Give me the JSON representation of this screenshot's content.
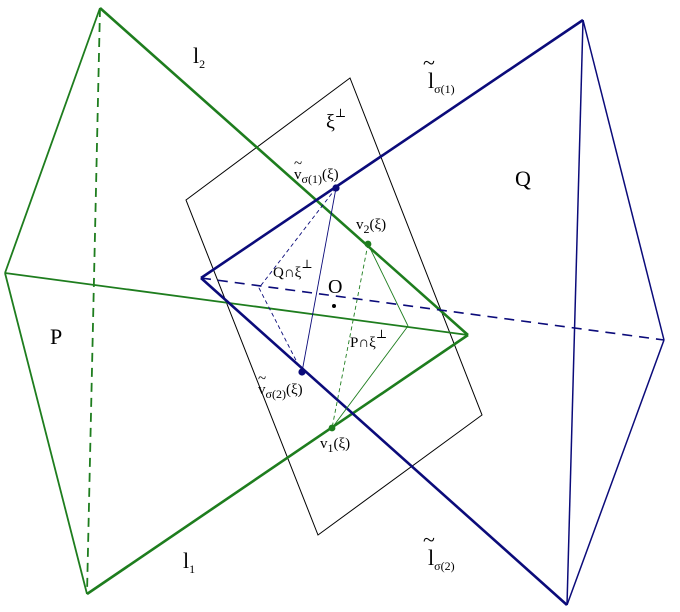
{
  "colors": {
    "green": "#1e7d1e",
    "blue": "#0b0b7a",
    "black": "#000000"
  },
  "labels": {
    "P": "P",
    "Q": "Q",
    "O": "O",
    "l1_base": "l",
    "l1_sub": "1",
    "l2_base": "l",
    "l2_sub": "2",
    "xi_perp_base": "ξ",
    "xi_perp_sup": "⊥",
    "lt1_base": "l",
    "lt1_tilde": "~",
    "lt1_sub": "σ(1)",
    "lt2_base": "l",
    "lt2_tilde": "~",
    "lt2_sub": "σ(2)",
    "vt1_base": "v",
    "vt1_tilde": "~",
    "vt1_sub": "σ(1)",
    "vt1_arg": "(ξ)",
    "vt2_base": "v",
    "vt2_tilde": "~",
    "vt2_sub": "σ(2)",
    "vt2_arg": "(ξ)",
    "v1_base": "v",
    "v1_sub": "1",
    "v1_arg": "(ξ)",
    "v2_base": "v",
    "v2_sub": "2",
    "v2_arg": "(ξ)",
    "q_cap_base": "Q∩ξ",
    "q_cap_sup": "⊥",
    "p_cap_base": "P∩ξ",
    "p_cap_sup": "⊥"
  }
}
